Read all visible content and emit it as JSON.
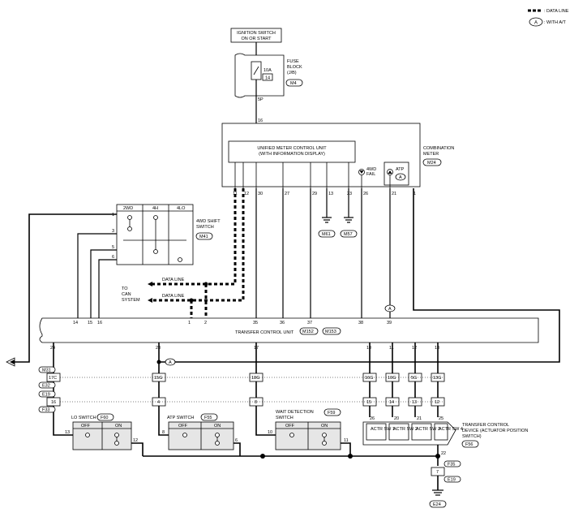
{
  "legend": {
    "data_line": ": DATA LINE",
    "with_at_letter": "A",
    "with_at_text": ": WITH A/T"
  },
  "ignition": {
    "line1": "IGNITION SWITCH",
    "line2": "ON OR START"
  },
  "fuse_block": {
    "line1": "FUSE",
    "line2": "BLOCK",
    "line3": "(J/B)",
    "rating": "10A",
    "number": "14",
    "connector": "M4",
    "terminal": "5P"
  },
  "combination_meter": {
    "line1": "COMBINATION",
    "line2": "METER",
    "connector": "M24",
    "supply_terminal": "16",
    "unified_line1": "UNIFIED METER CONTROL UNIT",
    "unified_line2": "(WITH INFORMATION DISPLAY)",
    "fail_lamp_line1": "4WD",
    "fail_lamp_line2": "FAIL",
    "atp_label": "ATP",
    "atp_at": "A",
    "terminals": [
      "11",
      "12",
      "30",
      "27",
      "29",
      "13",
      "23",
      "26",
      "21",
      "1"
    ],
    "ground_left": "M61",
    "ground_right": "M57"
  },
  "shift_switch": {
    "line1": "4WD SHIFT",
    "line2": "SWITCH",
    "connector": "M41",
    "col1": "2WD",
    "col2": "4H",
    "col3": "4LO",
    "terminals": [
      "1",
      "3",
      "5",
      "6"
    ]
  },
  "can": {
    "line1": "TO",
    "line2": "CAN",
    "line3": "SYSTEM",
    "data_line_upper": "DATA LINE",
    "data_line_lower": "DATA LINE"
  },
  "tcu": {
    "label": "TRANSFER CONTROL UNIT",
    "connector1": "M152",
    "connector2": "M153",
    "top_terminals": [
      "14",
      "15",
      "16",
      "1",
      "2",
      "35",
      "36",
      "37",
      "38",
      "39"
    ],
    "bottom_terminals": [
      "24",
      "23",
      "17",
      "10",
      "11",
      "12",
      "13"
    ],
    "at_flag_lower": "A",
    "at_flag_mid": "A"
  },
  "connectors": {
    "row1": [
      "17C",
      "15G",
      "18G",
      "16G",
      "10G",
      "5G",
      "13G"
    ],
    "m31": "M31",
    "e32": "E32",
    "e19": "E19",
    "f33": "F33",
    "row2": [
      "16",
      "4",
      "8",
      "15",
      "14",
      "13",
      "12"
    ]
  },
  "switches": {
    "lo": {
      "name": "LO SWITCH",
      "connector": "F60",
      "off": "OFF",
      "on": "ON",
      "pin_in": "13",
      "pin_out": "12"
    },
    "atp": {
      "name": "ATP SWITCH",
      "connector": "F55",
      "off": "OFF",
      "on": "ON",
      "pin_in": "8",
      "pin_out": "6"
    },
    "wait": {
      "name1": "WAIT DETECTION",
      "name2": "SWITCH",
      "connector": "F59",
      "off": "OFF",
      "on": "ON",
      "pin_in": "10",
      "pin_out": "11"
    }
  },
  "actuator": {
    "line1": "TRANSFER CONTROL",
    "line2": "DEVICE (ACTUATOR POSITION",
    "line3": "SWITCH)",
    "connector": "F56",
    "sw1": "ACTR SW 1",
    "sw2": "ACTR SW 2",
    "sw3": "ACTR SW 3",
    "sw4": "ACTR SW 4",
    "pins_top": [
      "26",
      "20",
      "21",
      "25"
    ],
    "pin_ground": "22"
  },
  "ground": {
    "pin": "7",
    "f35": "F35",
    "e19": "E19",
    "ground": "E24"
  }
}
